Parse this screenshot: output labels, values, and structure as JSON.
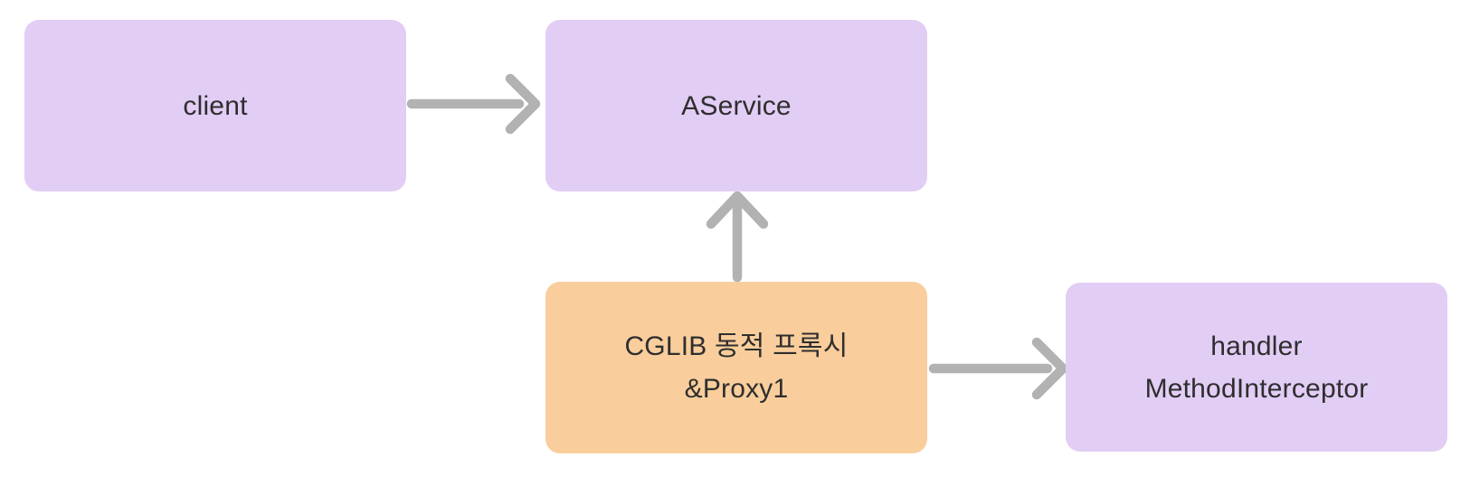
{
  "colors": {
    "background": "#FFFFFF",
    "node_purple": "#E2CDF5",
    "node_orange": "#F9CE9C",
    "arrow_gray": "#B2B2B2",
    "text": "#2E2E2E"
  },
  "diagram": {
    "nodes": {
      "client": {
        "label": "client",
        "fill": "purple"
      },
      "aservice": {
        "label": "AService",
        "fill": "purple"
      },
      "cglib_proxy": {
        "line1": "CGLIB 동적 프록시",
        "line2": "&Proxy1",
        "fill": "orange"
      },
      "handler": {
        "line1": "handler",
        "line2": "MethodInterceptor",
        "fill": "purple"
      }
    },
    "edges": [
      {
        "from": "client",
        "to": "aservice",
        "direction": "right"
      },
      {
        "from": "cglib_proxy",
        "to": "aservice",
        "direction": "up"
      },
      {
        "from": "cglib_proxy",
        "to": "handler",
        "direction": "right"
      }
    ]
  }
}
